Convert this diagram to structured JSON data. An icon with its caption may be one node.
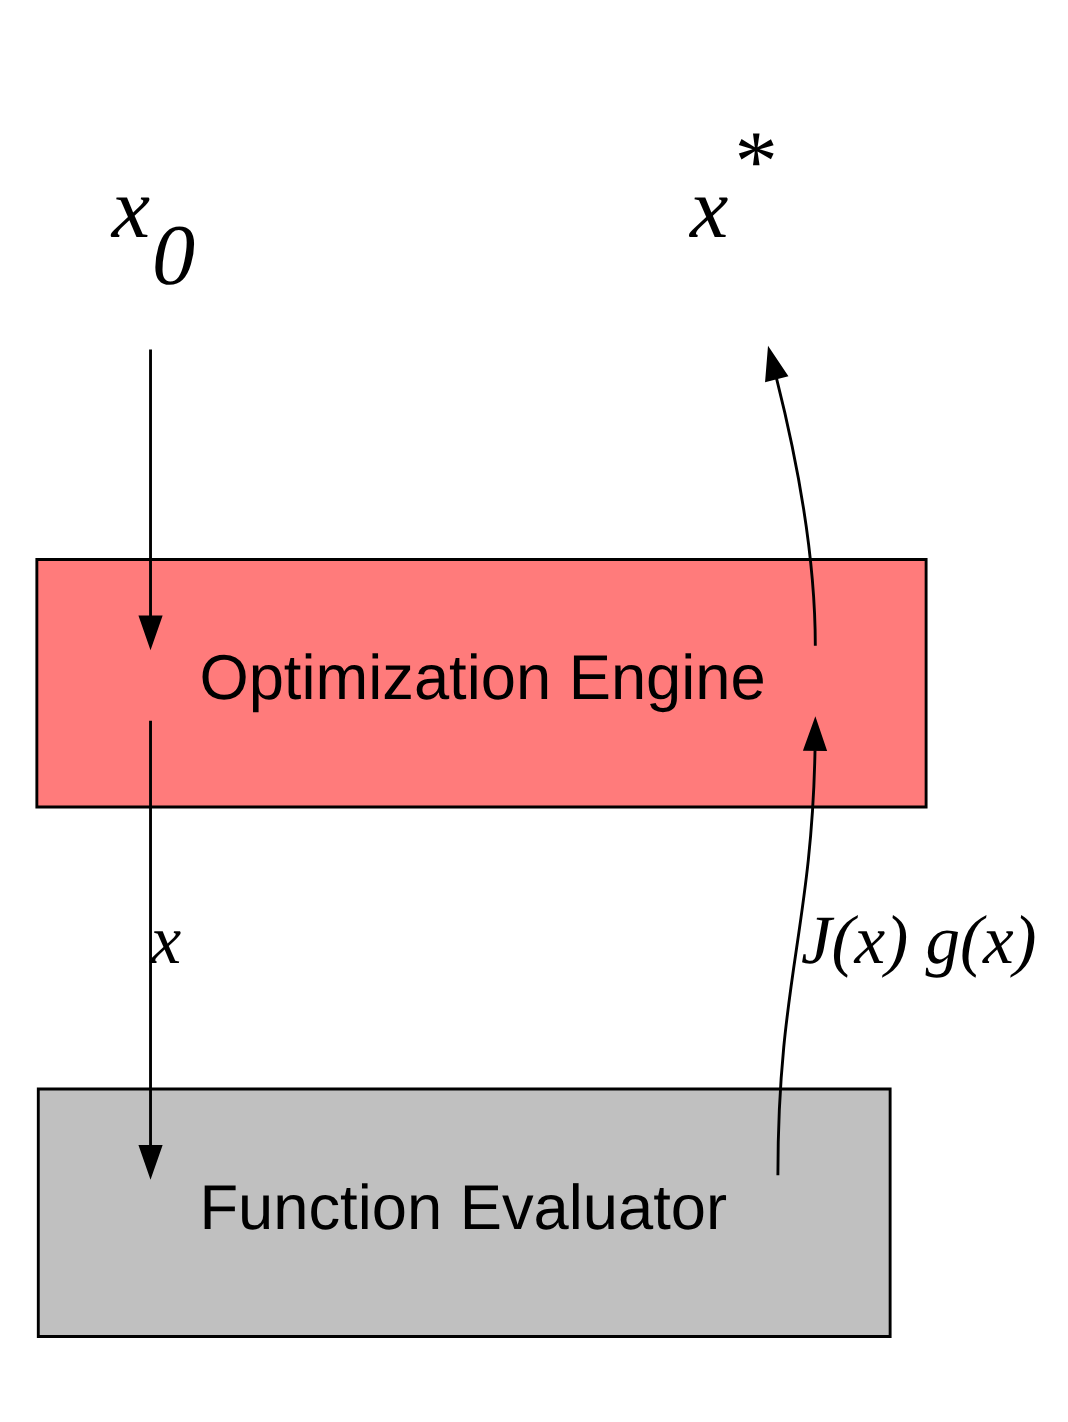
{
  "diagram": {
    "nodes": [
      {
        "text": [
          "x$_{0}$"
        ]
      },
      {
        "text": [
          "x$^{*}$"
        ]
      },
      {
        "text": [
          "Optimization Engine"
        ]
      },
      {
        "text": [
          "Function Evaluator"
        ]
      }
    ],
    "edges": [
      {
        "from": 0,
        "to": 2,
        "arrow": "to"
      },
      {
        "from": 2,
        "to": 1,
        "arrow": "to"
      },
      {
        "from": 2,
        "to": 3,
        "arrow": "to",
        "label": "x"
      },
      {
        "from": 3,
        "to": 2,
        "arrow": "to",
        "label": "J(x) g(x)"
      }
    ]
  }
}
